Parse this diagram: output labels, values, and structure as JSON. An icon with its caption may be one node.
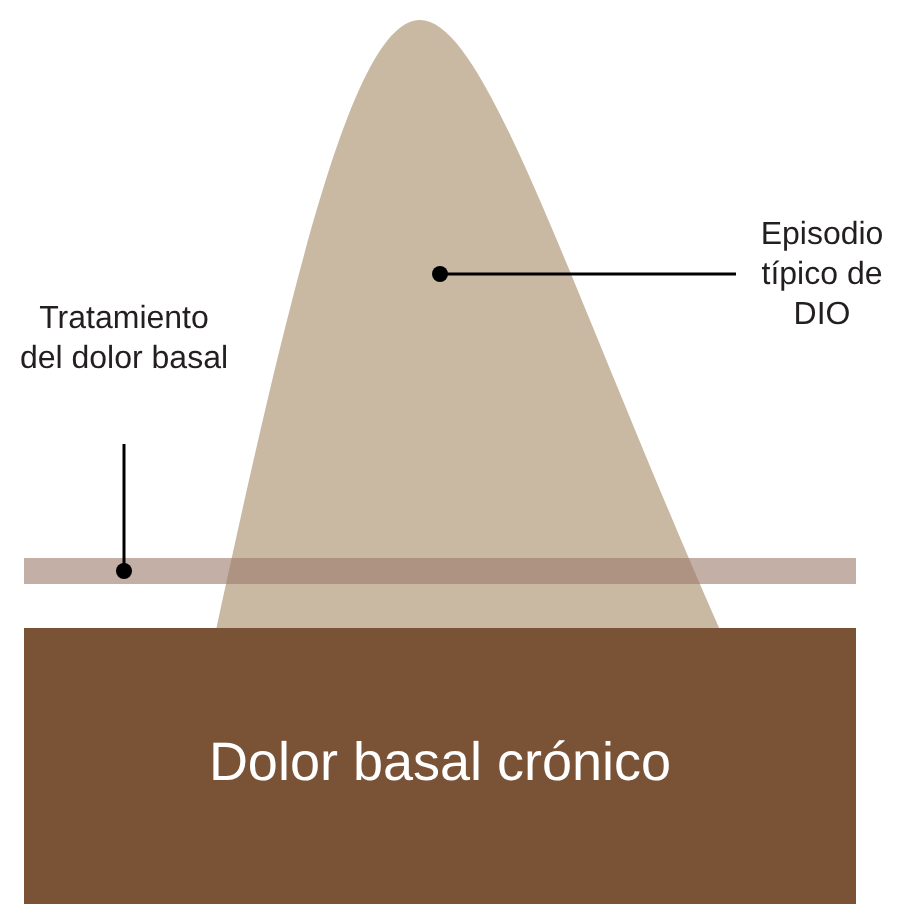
{
  "diagram": {
    "nodes": [
      {
        "text": [
          "Tratamiento del dolor basal"
        ]
      },
      {
        "text": [],
        "shape": "bar"
      },
      {
        "text": [
          "Episodio típico de DIO"
        ]
      },
      {
        "text": [],
        "shape": "peak"
      },
      {
        "text": [
          "Dolor basal crónico"
        ]
      }
    ],
    "edges": [
      {
        "from": 0,
        "to": 1,
        "arrow": "other"
      },
      {
        "from": 2,
        "to": 3,
        "arrow": "other"
      }
    ]
  }
}
